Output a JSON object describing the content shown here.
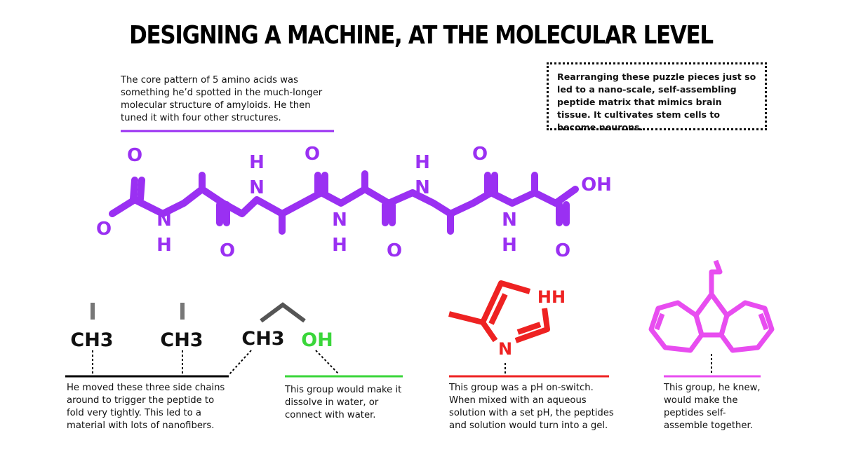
{
  "title": "DESIGNING A MACHINE, AT THE MOLECULAR LEVEL",
  "intro_text": "The core pattern of 5 amino acids was something he’d spotted in the much-longer molecular structure of amyloids. He then tuned it with four other structures.",
  "callout_text": "Rearranging these puzzle pieces just so led to a nano-scale, self-assembling peptide matrix that mimics brain tissue. It cultivates stem cells to become neurons.",
  "backbone": {
    "color": "#9a30f2",
    "atoms": {
      "O": "O",
      "N": "N",
      "H": "H",
      "OH": "OH"
    }
  },
  "side_chains": {
    "methyl_label": "CH3",
    "hydroxyl_label": "OH",
    "methyl_color": "#111111",
    "hydroxyl_color": "#3ad63a",
    "imidazole_color": "#ee2222",
    "imidazole_atoms": {
      "NH": "HH",
      "N": "N"
    },
    "fluorene_color": "#e84df0"
  },
  "descriptions": [
    {
      "text": "He moved these three side chains around to trigger the peptide to fold very tightly. This led to a material with lots of nanofibers.",
      "line_color": "#000000"
    },
    {
      "text": "This group would make it dissolve in water, or connect with water.",
      "line_color": "#3ad63a"
    },
    {
      "text": "This group was a pH on-switch. When mixed with an aqueous solution with a set pH, the peptides and solution would turn into a gel.",
      "line_color": "#ee2222"
    },
    {
      "text": "This group, he knew, would make the peptides self-assemble together.",
      "line_color": "#e84df0"
    }
  ]
}
